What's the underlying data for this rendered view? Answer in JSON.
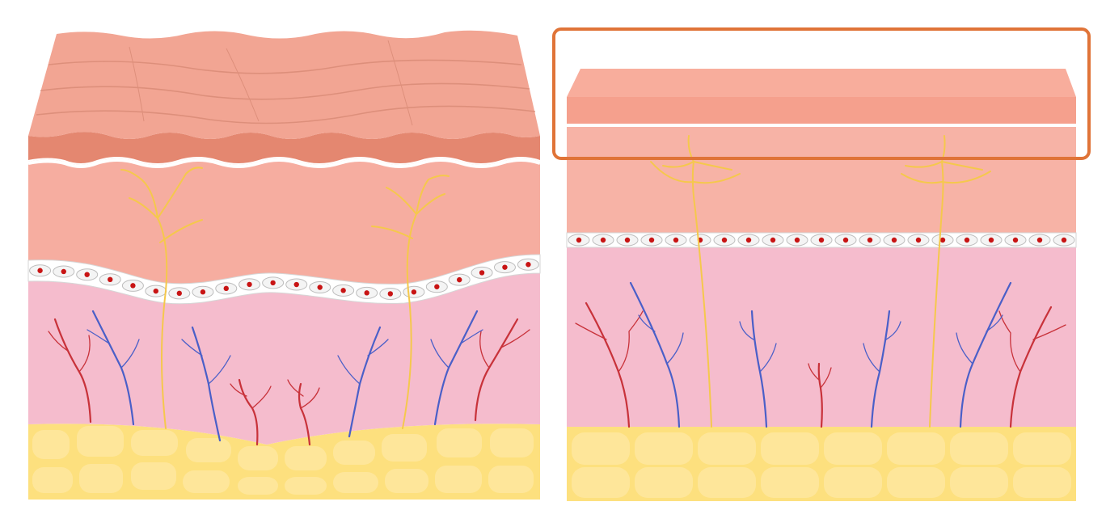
{
  "diagram": {
    "panels": [
      {
        "name": "aged-skin-section",
        "condition": "wrinkled"
      },
      {
        "name": "smooth-skin-section",
        "condition": "smooth"
      }
    ],
    "layers": [
      "epidermis-surface",
      "epidermis",
      "basal-cell-layer",
      "dermis",
      "subcutaneous-fat"
    ],
    "highlight": {
      "target": "epidermis",
      "color": "#e07438"
    },
    "colors": {
      "surface": "#f2a593",
      "surface_edge": "#e48770",
      "epidermis": "#f6ada0",
      "dermis": "#f5bccd",
      "fat": "#fde07e",
      "fat_cell": "#fee69a",
      "nerve": "#f5c84c",
      "artery": "#c8323a",
      "vein": "#4a5fc8",
      "cell_nucleus": "#c81414",
      "membrane": "#ffffff"
    }
  }
}
